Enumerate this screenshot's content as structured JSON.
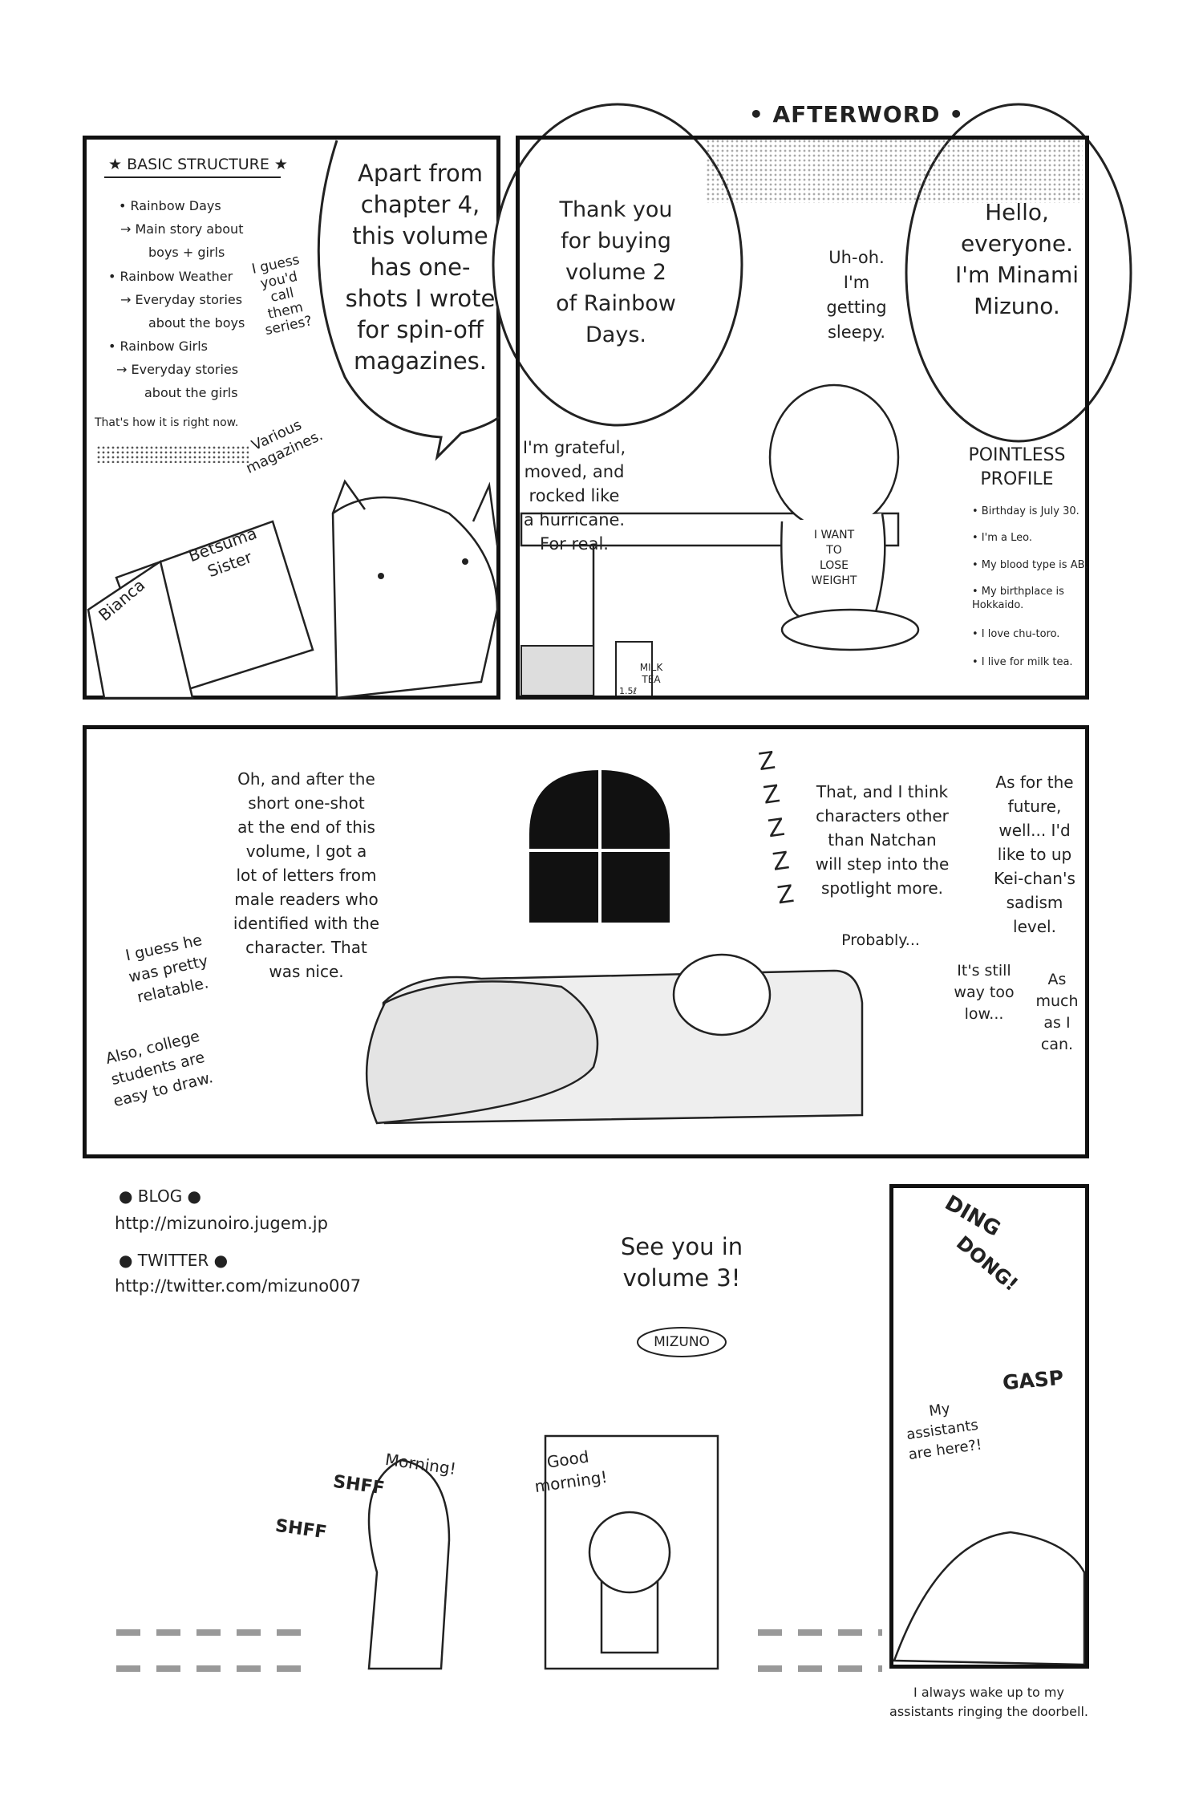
{
  "header": {
    "title": "• AFTERWORD •"
  },
  "panel1": {
    "heading": "★ BASIC STRUCTURE ★",
    "list": [
      "• Rainbow Days",
      "→ Main story about",
      "boys + girls",
      "• Rainbow Weather",
      "→ Everyday stories",
      "about the boys",
      "• Rainbow Girls",
      "→ Everyday stories",
      "about the girls"
    ],
    "note": "That's how it is right now.",
    "aside": "I guess\nyou'd\ncall\nthem\nseries?",
    "bubble": "Apart from\nchapter 4,\nthis volume\nhas one-\nshots I wrote\nfor spin-off\nmagazines.",
    "various": "Various\nmagazines.",
    "book1": "Bianca",
    "book2": "Betsuma\nSister"
  },
  "panel2": {
    "bubble_left": "Thank you\nfor buying\nvolume 2\nof Rainbow\nDays.",
    "sleepy": "Uh-oh.\nI'm\ngetting\nsleepy.",
    "bubble_right": "Hello,\neveryone.\nI'm Minami\nMizuno.",
    "grateful": "I'm grateful,\nmoved, and\nrocked like\na hurricane.\nFor real.",
    "shirt": "I WANT\nTO\nLOSE\nWEIGHT",
    "milk": "MILK\nTEA",
    "milk_size": "1.5ℓ",
    "profile_title": "POINTLESS\nPROFILE",
    "profile": [
      "• Birthday is July 30.",
      "• I'm a Leo.",
      "• My blood type is AB.",
      "• My birthplace is\nHokkaido.",
      "• I love chu-toro.",
      "• I live for milk tea."
    ]
  },
  "panel3": {
    "letters": "Oh, and after the\nshort one-shot\nat the end of this\nvolume, I got a\nlot of letters from\nmale readers who\nidentified with the\ncharacter. That\nwas nice.",
    "relatable": "I guess he\nwas pretty\nrelatable.",
    "college": "Also, college\nstudents are\neasy to draw.",
    "characters": "That, and I think\ncharacters other\nthan Natchan\nwill step into the\nspotlight more.",
    "probably": "Probably...",
    "future": "As for the\nfuture,\nwell... I'd\nlike to up\nKei-chan's\nsadism\nlevel.",
    "low": "It's still\nway too\nlow...",
    "much": "As\nmuch\nas I\ncan.",
    "zzz": "Z\nZ\nZ\nZ\nZ"
  },
  "links": {
    "blog_label": "● BLOG ●",
    "blog_url": "http://mizunoiro.jugem.jp",
    "twitter_label": "● TWITTER ●",
    "twitter_url": "http://twitter.com/mizuno007"
  },
  "closing": {
    "see_you": "See you in\nvolume 3!",
    "signature": "MIZUNO"
  },
  "strip": {
    "shff1": "SHFF",
    "shff2": "SHFF",
    "morning": "Morning!",
    "good_morning": "Good\nmorning!"
  },
  "panel4": {
    "ding": "DING",
    "dong": "DONG!",
    "gasp": "GASP",
    "assistants": "My\nassistants\nare here?!"
  },
  "caption": "I always wake up to my\nassistants ringing the doorbell."
}
